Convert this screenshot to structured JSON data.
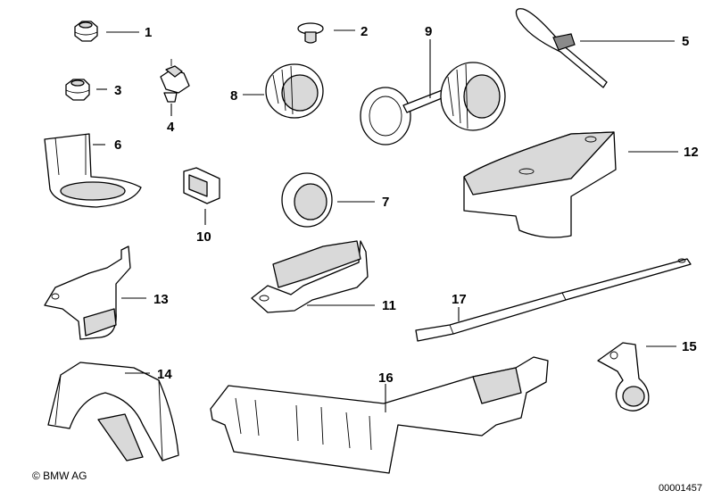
{
  "labels": [
    "1",
    "2",
    "3",
    "4",
    "5",
    "6",
    "7",
    "8",
    "9",
    "10",
    "11",
    "12",
    "13",
    "14",
    "15",
    "16",
    "17"
  ],
  "copyright": "© BMW AG",
  "document_number": "00001457"
}
